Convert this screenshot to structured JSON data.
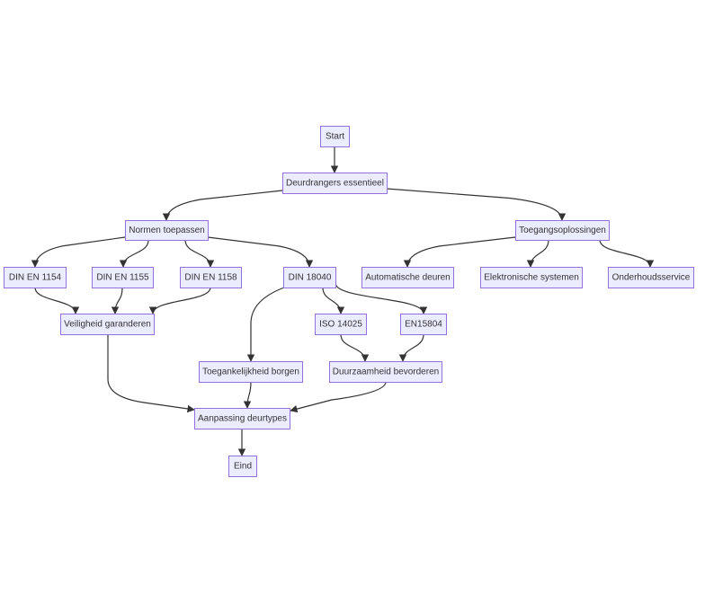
{
  "diagram": {
    "type": "flowchart",
    "nodes": [
      {
        "id": "start",
        "label": "Start"
      },
      {
        "id": "deur",
        "label": "Deurdrangers essentieel"
      },
      {
        "id": "normen",
        "label": "Normen toepassen"
      },
      {
        "id": "toeg",
        "label": "Toegangsoplossingen"
      },
      {
        "id": "din1154",
        "label": "DIN EN 1154"
      },
      {
        "id": "din1155",
        "label": "DIN EN 1155"
      },
      {
        "id": "din1158",
        "label": "DIN EN 1158"
      },
      {
        "id": "din18040",
        "label": "DIN 18040"
      },
      {
        "id": "auto",
        "label": "Automatische deuren"
      },
      {
        "id": "elek",
        "label": "Elektronische systemen"
      },
      {
        "id": "onder",
        "label": "Onderhoudsservice"
      },
      {
        "id": "veil",
        "label": "Veiligheid garanderen"
      },
      {
        "id": "iso",
        "label": "ISO 14025"
      },
      {
        "id": "en",
        "label": "EN15804"
      },
      {
        "id": "toegank",
        "label": "Toegankelijkheid borgen"
      },
      {
        "id": "duur",
        "label": "Duurzaamheid bevorderen"
      },
      {
        "id": "aanp",
        "label": "Aanpassing deurtypes"
      },
      {
        "id": "eind",
        "label": "Eind"
      }
    ],
    "edges": [
      {
        "from": "start",
        "to": "deur"
      },
      {
        "from": "deur",
        "to": "normen"
      },
      {
        "from": "deur",
        "to": "toeg"
      },
      {
        "from": "normen",
        "to": "din1154"
      },
      {
        "from": "normen",
        "to": "din1155"
      },
      {
        "from": "normen",
        "to": "din1158"
      },
      {
        "from": "normen",
        "to": "din18040"
      },
      {
        "from": "toeg",
        "to": "auto"
      },
      {
        "from": "toeg",
        "to": "elek"
      },
      {
        "from": "toeg",
        "to": "onder"
      },
      {
        "from": "din1154",
        "to": "veil"
      },
      {
        "from": "din1155",
        "to": "veil"
      },
      {
        "from": "din1158",
        "to": "veil"
      },
      {
        "from": "din18040",
        "to": "toegank"
      },
      {
        "from": "din18040",
        "to": "iso"
      },
      {
        "from": "din18040",
        "to": "en"
      },
      {
        "from": "iso",
        "to": "duur"
      },
      {
        "from": "en",
        "to": "duur"
      },
      {
        "from": "veil",
        "to": "aanp"
      },
      {
        "from": "toegank",
        "to": "aanp"
      },
      {
        "from": "duur",
        "to": "aanp"
      },
      {
        "from": "aanp",
        "to": "eind"
      }
    ]
  }
}
